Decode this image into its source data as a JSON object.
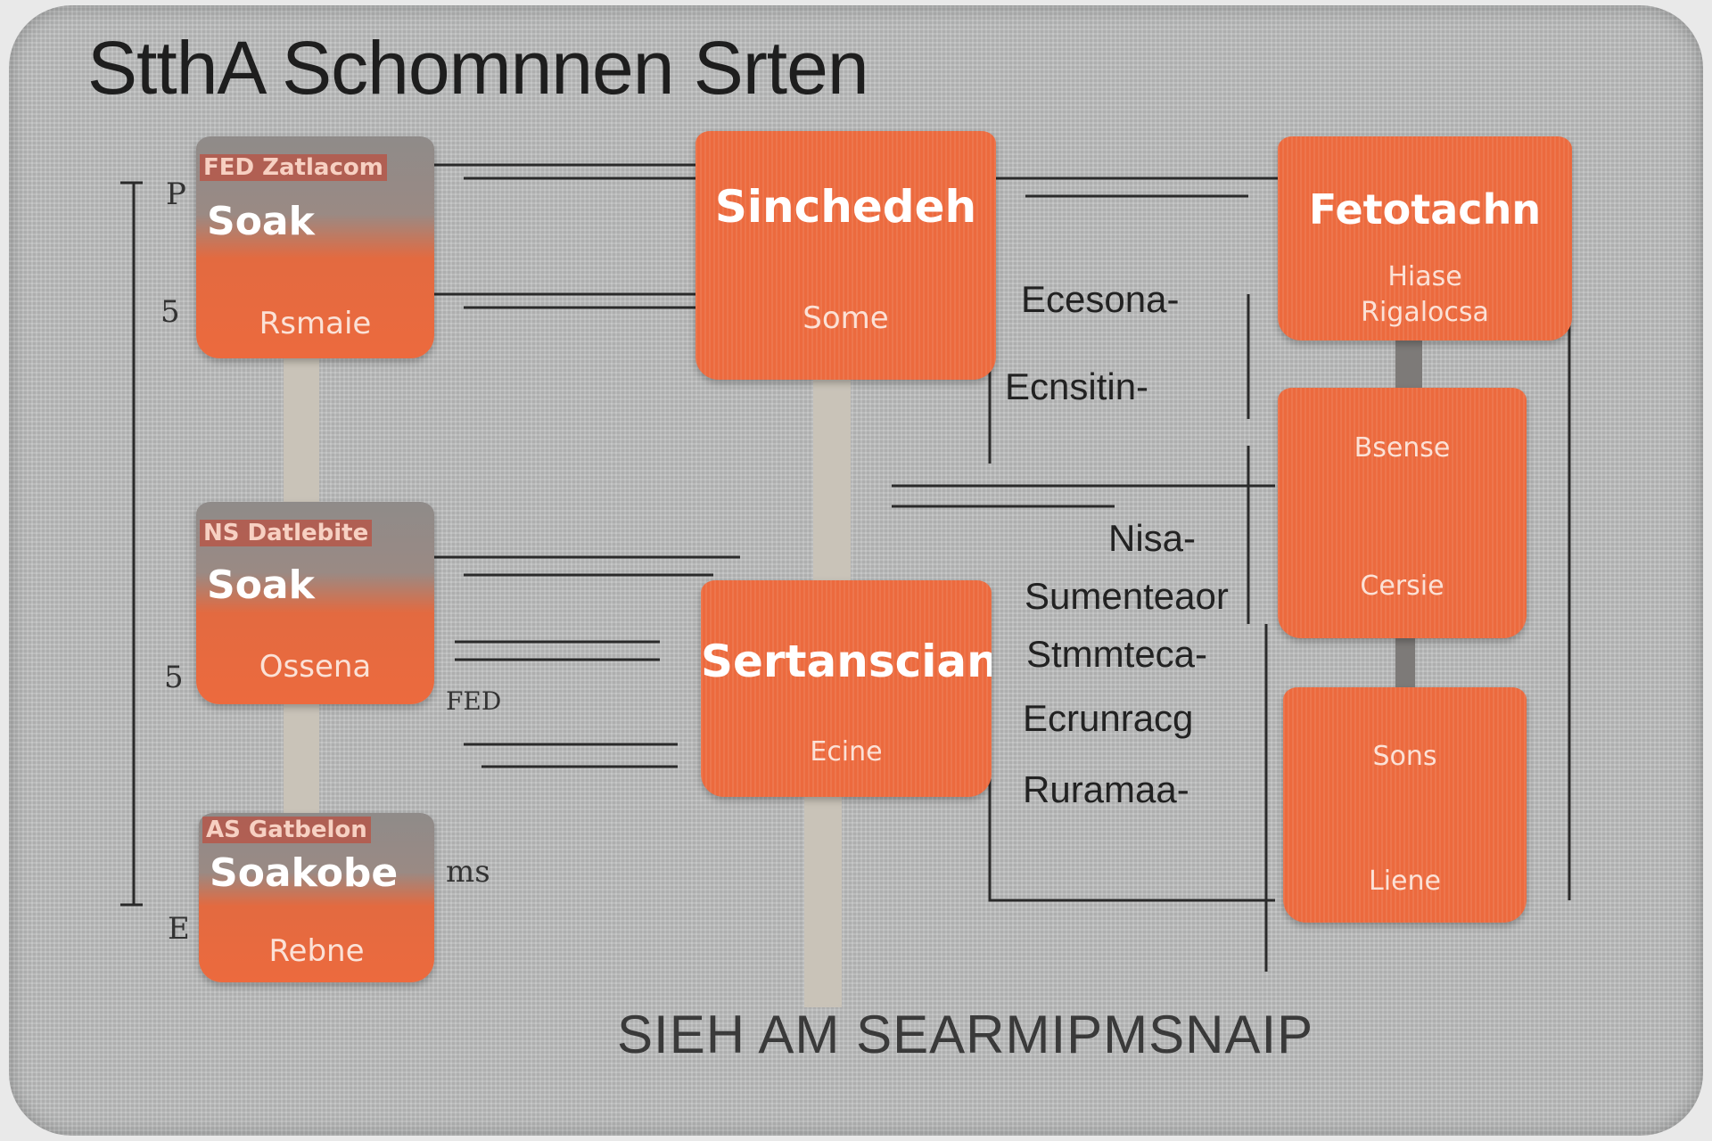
{
  "title": "StthA Schomnnen Srten",
  "footer": "SIEH AM SEARMIPMSNAIP",
  "colors": {
    "node": "#ec6a3e",
    "background": "#b9baba",
    "text": "#1e1e1e"
  },
  "left_nodes": [
    {
      "header": "FED Zatlacom",
      "title": "Soak",
      "sub": "Rsmaie"
    },
    {
      "header": "NS Datlebite",
      "title": "Soak",
      "sub": "Ossena"
    },
    {
      "header": "AS Gatbelon",
      "title": "Soakobe",
      "sub": "Rebne"
    }
  ],
  "middle_nodes": [
    {
      "title": "Sinchedeh",
      "sub": "Some"
    },
    {
      "title": "Sertanscian",
      "sub": "Ecine"
    }
  ],
  "right_nodes": [
    {
      "title": "Fetotachn",
      "sub1": "Hiase",
      "sub2": "Rigalocsa"
    },
    {
      "sub1": "Bsense",
      "sub2": "Cersie"
    },
    {
      "sub1": "Sons",
      "sub2": "Liene"
    }
  ],
  "side_labels": [
    "Ecesona-",
    "Ecnsitin-",
    "Nisa-",
    "Sumenteaor",
    "Stmmteca-",
    "Ecrunracg",
    "Ruramaa-"
  ],
  "left_tags": [
    "P",
    "5",
    "5",
    "E",
    "FED",
    "ms"
  ]
}
